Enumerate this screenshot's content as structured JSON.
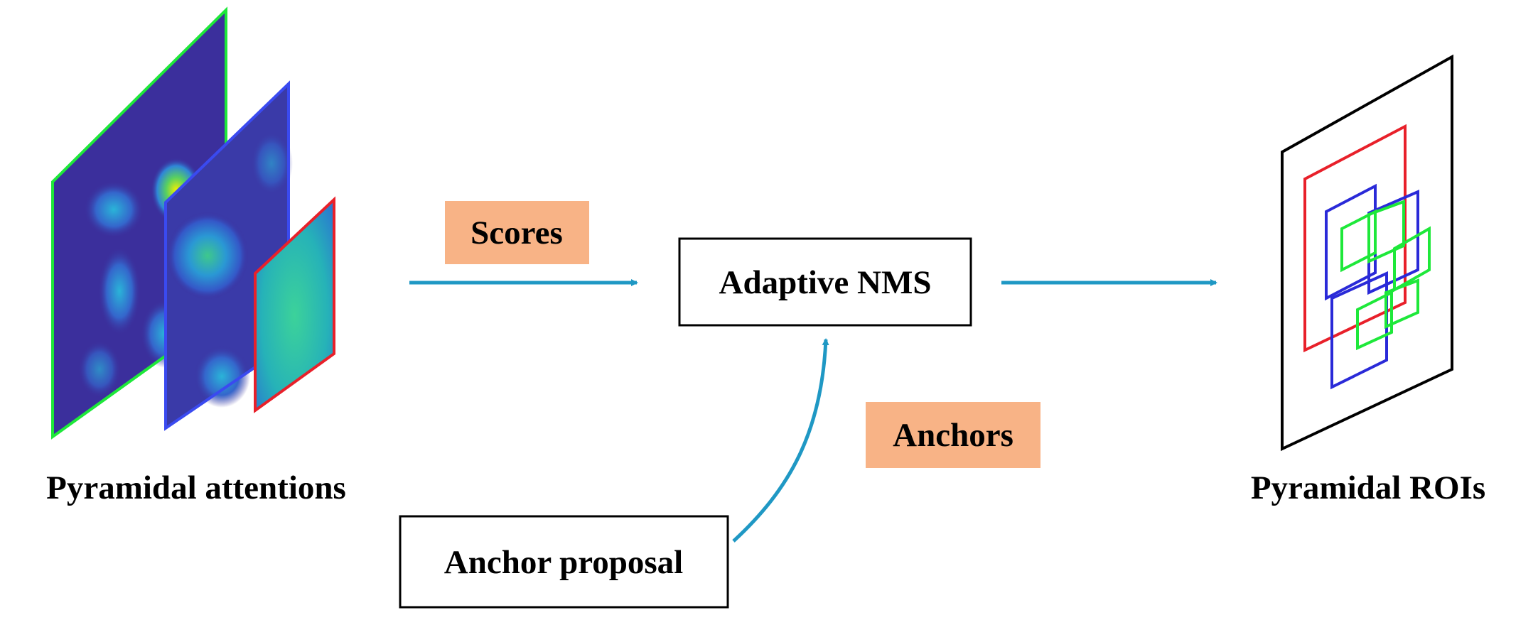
{
  "labels": {
    "pyramidal_attentions": "Pyramidal attentions",
    "scores": "Scores",
    "adaptive_nms": "Adaptive NMS",
    "anchors": "Anchors",
    "anchor_proposal": "Anchor proposal",
    "pyramidal_rois": "Pyramidal ROIs"
  },
  "colors": {
    "arrow": "#1f98c4",
    "tag_fill": "#f8b386",
    "heatmap_base": "#3b2f9c",
    "border_large": "#1ee83a",
    "border_medium": "#3a4af0",
    "border_small": "#e8202a",
    "roi_frame": "#000000",
    "roi_red": "#e8202a",
    "roi_blue": "#2a2ad8",
    "roi_green": "#1ee83a"
  }
}
